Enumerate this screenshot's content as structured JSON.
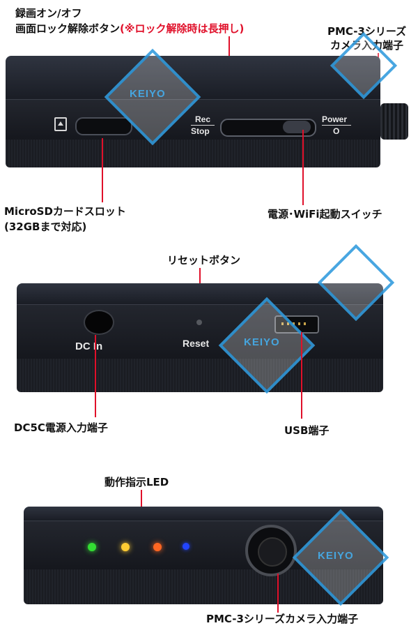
{
  "section1": {
    "label_rec_line1": "録画オン/オフ",
    "label_rec_line2_black": "画面ロック解除ボタン",
    "label_rec_line2_red": "(※ロック解除時は長押し)",
    "label_camera_port_line1": "PMC-3シリーズ",
    "label_camera_port_line2": "カメラ入力端子",
    "label_microsd_line1": "MicroSDカードスロット",
    "label_microsd_line2": "(32GBまで対応)",
    "label_power_switch": "電源･WiFi起動スイッチ",
    "panel_rec": "Rec",
    "panel_stop": "Stop",
    "panel_power": "Power",
    "panel_power_symbol": "O"
  },
  "section2": {
    "label_reset": "リセットボタン",
    "label_dc": "DC5C電源入力端子",
    "label_usb": "USB端子",
    "panel_dc_in": "DC In",
    "panel_reset": "Reset"
  },
  "section3": {
    "label_led": "動作指示LED",
    "label_camera_port": "PMC-3シリーズカメラ入力端子",
    "led_colors": [
      "#33dd33",
      "#ffcc33",
      "#ff6622",
      "#2244ff"
    ]
  },
  "watermark": {
    "text": "KEIYO"
  },
  "colors": {
    "accent_red": "#e0102a",
    "watermark_blue": "#2896dc"
  }
}
